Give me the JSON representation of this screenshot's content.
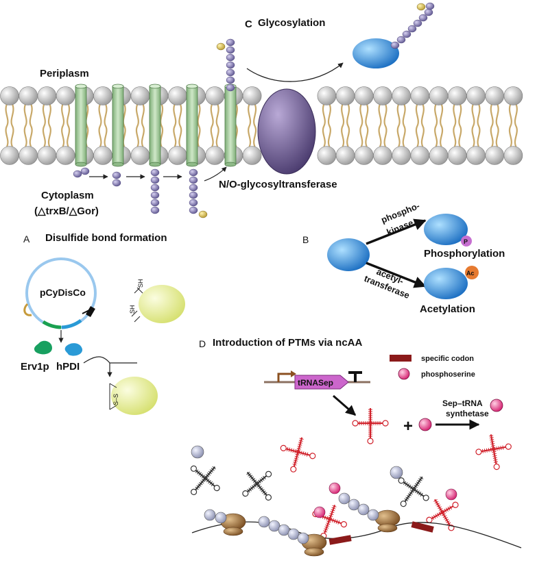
{
  "panel_c": {
    "letter": "C",
    "title": "Glycosylation",
    "enzyme": "N/O-glycosyltransferase"
  },
  "membrane": {
    "periplasm": "Periplasm",
    "cytoplasm": "Cytoplasm",
    "strain": "(△trxB/△Gor)"
  },
  "panel_a": {
    "letter": "A",
    "title": "Disulfide bond formation",
    "plasmid": "pCyDisCo",
    "enzyme1": "Erv1p",
    "enzyme2": "hPDI",
    "thiol1": "SH",
    "thiol2": "SH",
    "disulfide": "S–S"
  },
  "panel_b": {
    "letter": "B",
    "kinase_line1": "phospho-",
    "kinase_line2": "kinase",
    "transferase_line1": "acetyl-",
    "transferase_line2": "transferase",
    "product1": "Phosphorylation",
    "product2": "Acetylation",
    "tag_p": "P",
    "tag_ac": "Ac"
  },
  "panel_d": {
    "letter": "D",
    "title": "Introduction of PTMs via ncAA",
    "gene": "tRNASep",
    "legend_codon": "specific codon",
    "legend_pser": "phosphoserine",
    "synthetase_line1": "Sep–tRNA",
    "synthetase_line2": "synthetase",
    "plus": "+"
  },
  "colors": {
    "protein_blue": "#2f8ee0",
    "protein_yellow": "#e6ee9a",
    "glycan": "#8f86b8",
    "channel": "#a9cfa0",
    "transferase": "#6a5a8c",
    "trna_red": "#d0202a",
    "phosphoserine": "#e0307a",
    "codon": "#8b1a1a",
    "ribosome": "#a0723e",
    "tRNASep_gene": "#cc66cc",
    "lipid_tail": "#c8a868"
  }
}
